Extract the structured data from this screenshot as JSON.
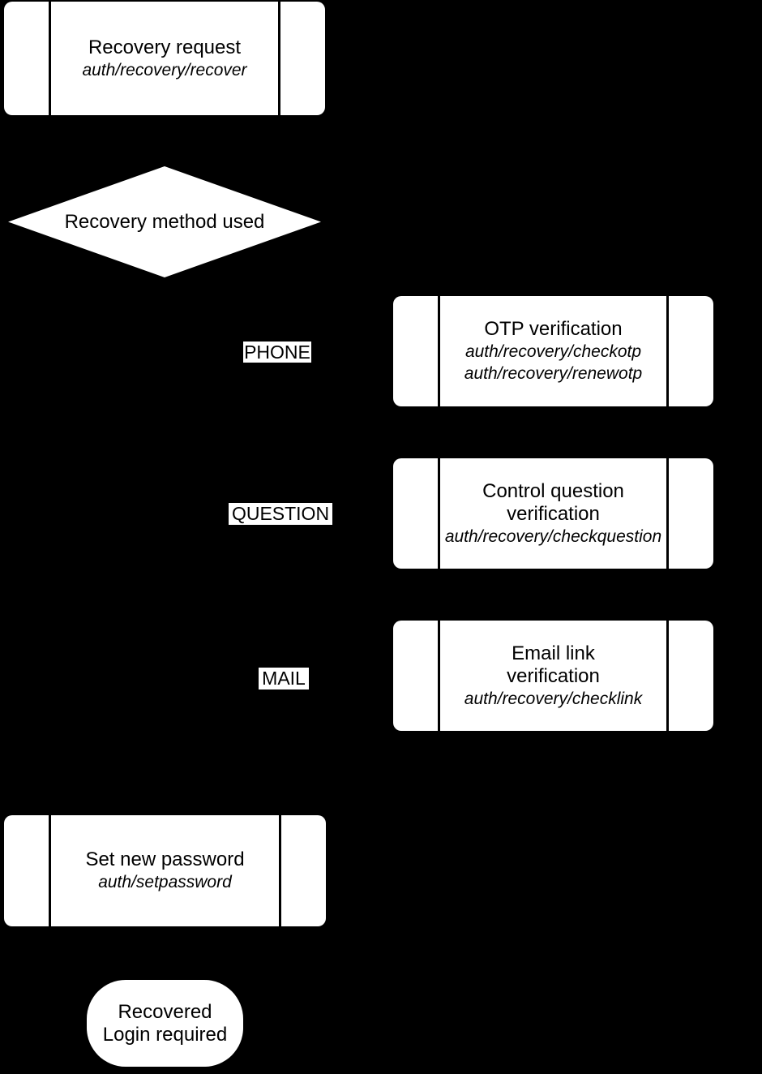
{
  "flowchart": {
    "colors": {
      "background": "#000000",
      "node_fill": "#ffffff",
      "text": "#000000"
    },
    "start": {
      "title": "Recovery request",
      "endpoints": [
        "auth/recovery/recover"
      ]
    },
    "decision": {
      "label": "Recovery method used"
    },
    "branches": {
      "phone": {
        "label": "PHONE"
      },
      "question": {
        "label": "QUESTION"
      },
      "mail": {
        "label": "MAIL"
      }
    },
    "otp_verification": {
      "title_lines": [
        "OTP verification"
      ],
      "endpoints": [
        "auth/recovery/checkotp",
        "auth/recovery/renewotp"
      ]
    },
    "control_question_verification": {
      "title_lines": [
        "Control question",
        "verification"
      ],
      "endpoints": [
        "auth/recovery/checkquestion"
      ]
    },
    "email_link_verification": {
      "title_lines": [
        "Email link",
        "verification"
      ],
      "endpoints": [
        "auth/recovery/checklink"
      ]
    },
    "set_new_password": {
      "title": "Set new password",
      "endpoints": [
        "auth/setpassword"
      ]
    },
    "terminal": {
      "lines": [
        "Recovered",
        "Login required"
      ]
    }
  }
}
